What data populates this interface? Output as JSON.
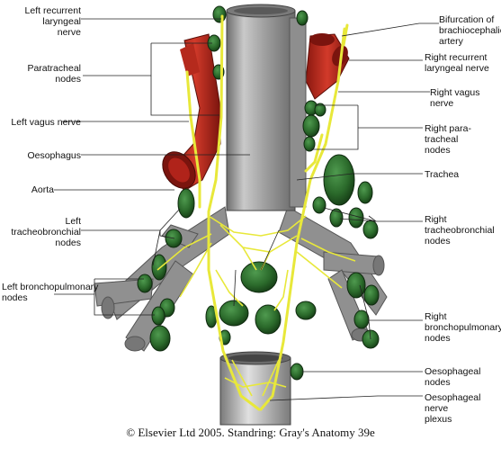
{
  "labels_left": [
    "Left recurrent laryngeal\nnerve",
    "Paratracheal\nnodes",
    "Left vagus nerve",
    "Oesophagus",
    "Aorta",
    "Left tracheobronchial\nnodes",
    "Left bronchopulmonary\nnodes"
  ],
  "labels_right": [
    "Bifurcation of\nbrachiocephalic\nartery",
    "Right recurrent\nlaryngeal nerve",
    "Right vagus nerve",
    "Right para-tracheal\nnodes",
    "Trachea",
    "Right tracheobronchial\nnodes",
    "Right bronchopulmonary\nnodes",
    "Oesophageal nodes",
    "Oesophageal nerve\nplexus"
  ],
  "credit": "© Elsevier Ltd 2005. Standring: Gray's Anatomy 39e",
  "colors": {
    "artery": "#c0281e",
    "artery_dark": "#7a140e",
    "lymph_node": "#2e6b2e",
    "lymph_node_dark": "#173d17",
    "nerve": "#e8e83a",
    "trachea": "#a9a9a9",
    "bronchi": "#8f8f8f"
  }
}
